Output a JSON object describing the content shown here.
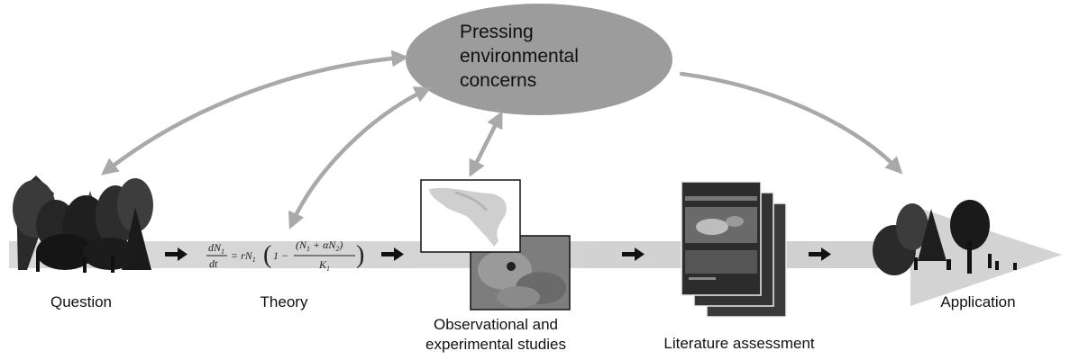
{
  "center": {
    "lines": [
      "Pressing",
      "environmental",
      "concerns"
    ]
  },
  "stages": {
    "question": "Question",
    "theory": "Theory",
    "studies": [
      "Observational and",
      "experimental studies"
    ],
    "literature": "Literature assessment",
    "application": "Application"
  },
  "equation": {
    "lhs_num": "dN",
    "lhs_sub": "1",
    "lhs_den": "dt",
    "rhs_prefix": "= rN",
    "rhs_prefix_sub": "1",
    "one_minus": "1 −",
    "frac_num": "(N",
    "frac_num_sub1": "1",
    "frac_num_mid": " + αN",
    "frac_num_sub2": "2",
    "frac_num_end": ")",
    "frac_den": "K",
    "frac_den_sub": "1"
  },
  "colors": {
    "arrow_gray": "#a9a9a9",
    "ellipse_fill": "#9c9c9c",
    "band": "#d6d6d6",
    "tree_dark": "#1e1e1e"
  }
}
